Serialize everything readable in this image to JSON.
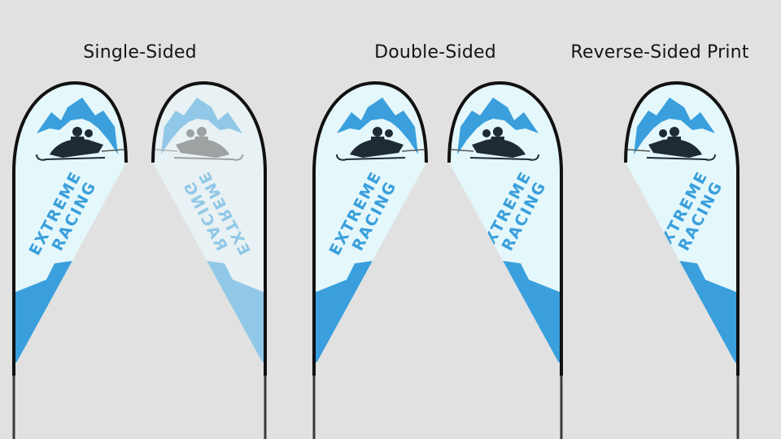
{
  "labels": {
    "single": "Single-Sided",
    "double": "Double-Sided",
    "reverse": "Reverse-Sided Print"
  },
  "flag_text": {
    "line1": "EXTREME",
    "line2": "RACING"
  },
  "colors": {
    "background": "#e1e1e1",
    "fabric": "#e4f7fb",
    "accent_blue": "#3a9fdc",
    "pole": "#111111",
    "rider": "#1f2a35"
  }
}
